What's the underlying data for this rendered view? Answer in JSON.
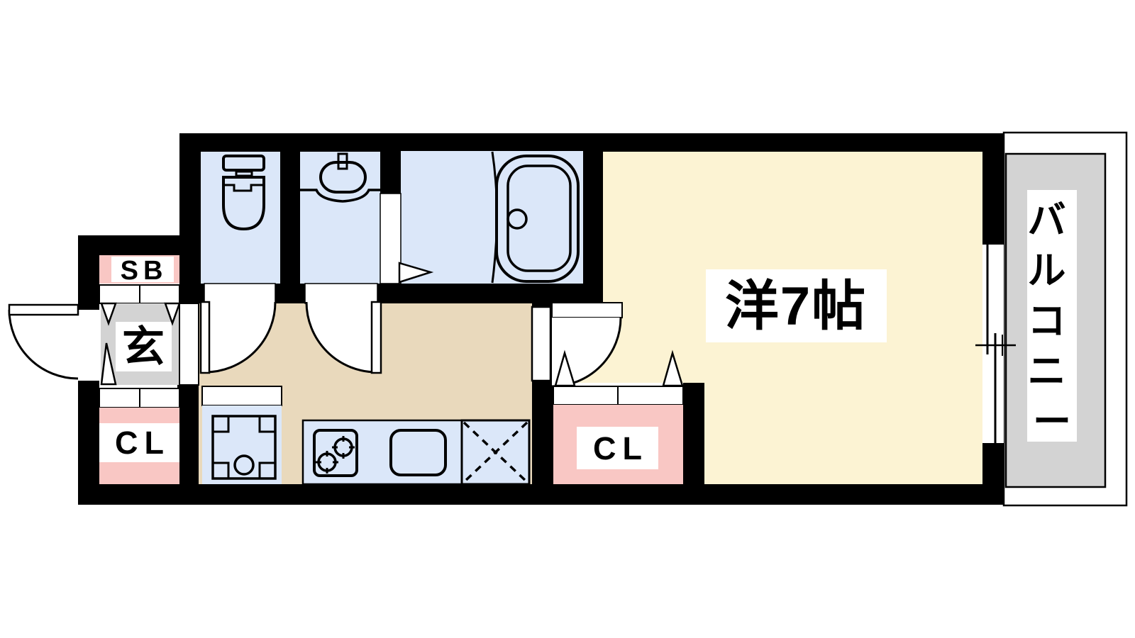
{
  "colors": {
    "wall": "#000000",
    "water_blue": "#dbe7f9",
    "main_room_cream": "#fcf3d3",
    "hallway_tan": "#e9d9bc",
    "closet_pink": "#f9c7c4",
    "entrance_gray": "#d3d3d3",
    "balcony_gray": "#d3d3d3",
    "label_bg": "#ffffff",
    "line": "#000000"
  },
  "labels": {
    "main_room": "洋7帖",
    "balcony": "バルコニー",
    "balcony_chars": [
      "バ",
      "ル",
      "コ",
      "ニ",
      "ー"
    ],
    "entrance": "玄",
    "shoe_box": "SB",
    "closet_left": "CL",
    "closet_right": "CL"
  },
  "rooms": [
    {
      "name": "western-room",
      "label": "洋7帖",
      "floor": "cream"
    },
    {
      "name": "balcony",
      "label": "バルコニー",
      "floor": "gray"
    },
    {
      "name": "entrance-genkan",
      "label": "玄",
      "floor": "gray"
    },
    {
      "name": "shoe-box",
      "label": "SB",
      "floor": "pink"
    },
    {
      "name": "closet-hall-side",
      "label": "CL",
      "floor": "pink"
    },
    {
      "name": "closet-room-side",
      "label": "CL",
      "floor": "pink"
    },
    {
      "name": "toilet-room",
      "floor": "blue"
    },
    {
      "name": "washbasin-room",
      "floor": "blue"
    },
    {
      "name": "bathroom",
      "floor": "blue"
    },
    {
      "name": "kitchen-counter",
      "floor": "blue"
    },
    {
      "name": "washing-machine-space",
      "floor": "blue"
    },
    {
      "name": "hallway",
      "floor": "tan"
    }
  ],
  "fixtures": [
    "toilet",
    "washbasin",
    "bathtub",
    "gas-stove",
    "kitchen-sink",
    "refrigerator-space",
    "washing-machine-pan",
    "sliding-window",
    "hinged-door",
    "folding-closet-door"
  ]
}
